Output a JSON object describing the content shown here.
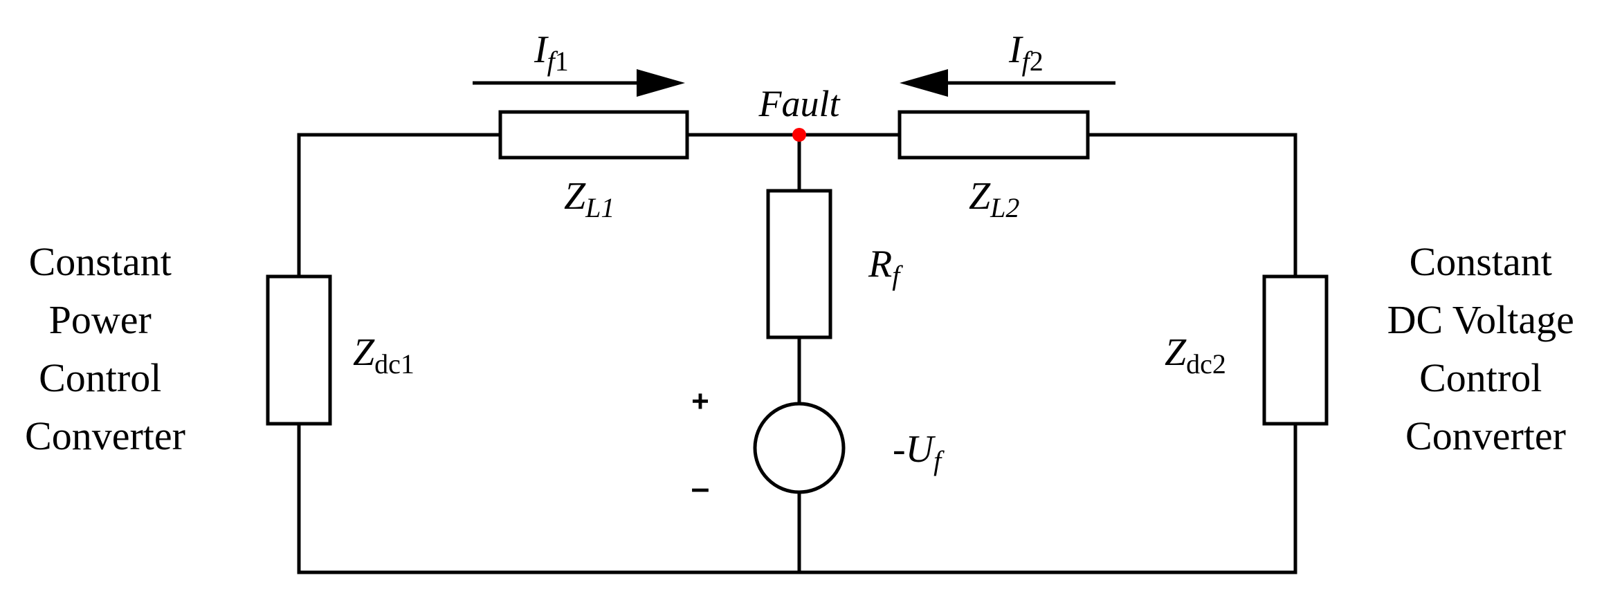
{
  "left_label": [
    "Constant",
    "Power",
    "Control",
    "Converter"
  ],
  "right_label": [
    "Constant",
    "DC Voltage",
    "Control",
    "Converter"
  ],
  "fault": {
    "label": "Fault",
    "color": "#ff0000"
  },
  "components": {
    "zl1": {
      "main": "Z",
      "sub": "L1"
    },
    "zl2": {
      "main": "Z",
      "sub": "L2"
    },
    "zdc1": {
      "main": "Z",
      "sub": "dc1"
    },
    "zdc2": {
      "main": "Z",
      "sub": "dc2"
    },
    "rf": {
      "main": "R",
      "sub": "f"
    },
    "uf": {
      "prefix": "-",
      "main": "U",
      "sub": "f"
    }
  },
  "currents": {
    "if1": {
      "main": "I",
      "sub_italic": "f",
      "sub": "1"
    },
    "if2": {
      "main": "I",
      "sub_italic": "f",
      "sub": "2"
    }
  },
  "source_polarity": {
    "plus": "+",
    "minus": "–"
  }
}
